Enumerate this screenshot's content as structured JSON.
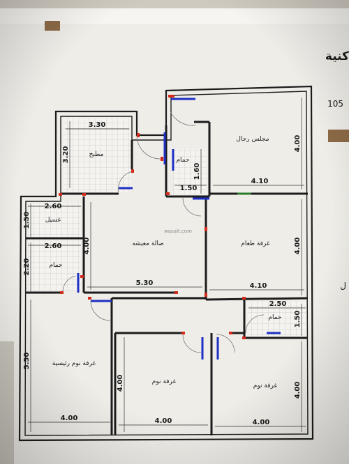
{
  "header": {
    "title_fragment": "كنية",
    "number": "105",
    "side_fragment": "ل"
  },
  "watermark": "wasalt.com",
  "colors": {
    "wall": "#1c1c1c",
    "wall_fill": "#f1f0ec",
    "door": "#d42a1a",
    "window": "#1d2fc4",
    "paper": "#eeede8",
    "accent_bar": "#8c6a47"
  },
  "rooms": {
    "kitchen": "مطبخ",
    "bath_top": "حمام",
    "majlis": "مجلس رجال",
    "laundry": "غسيل",
    "bath_left": "حمام",
    "living": "صالة معيشه",
    "dining": "غرفة طعام",
    "bath_right": "حمام",
    "master": "غرفة نوم رئيسية",
    "bed_mid": "غرفة نوم",
    "bed_right": "غرفة نوم"
  },
  "dims": {
    "kitchen_w": "3.30",
    "kitchen_h": "3.20",
    "bath_top_w": "1.50",
    "bath_top_h": "1.60",
    "majlis_h": "4.00",
    "majlis_w": "4.10",
    "laundry_w": "2.60",
    "laundry_h": "1.50",
    "bath_left_w": "2.60",
    "bath_left_h": "2.20",
    "living_h": "4.00",
    "living_w": "5.30",
    "dining_h": "4.00",
    "dining_w": "4.10",
    "bath_right_w": "2.50",
    "bath_right_h": "1.50",
    "master_h": "5.50",
    "master_w": "4.00",
    "bed_mid_h": "4.00",
    "bed_mid_w": "4.00",
    "bed_right_h": "4.00",
    "bed_right_w": "4.00"
  }
}
